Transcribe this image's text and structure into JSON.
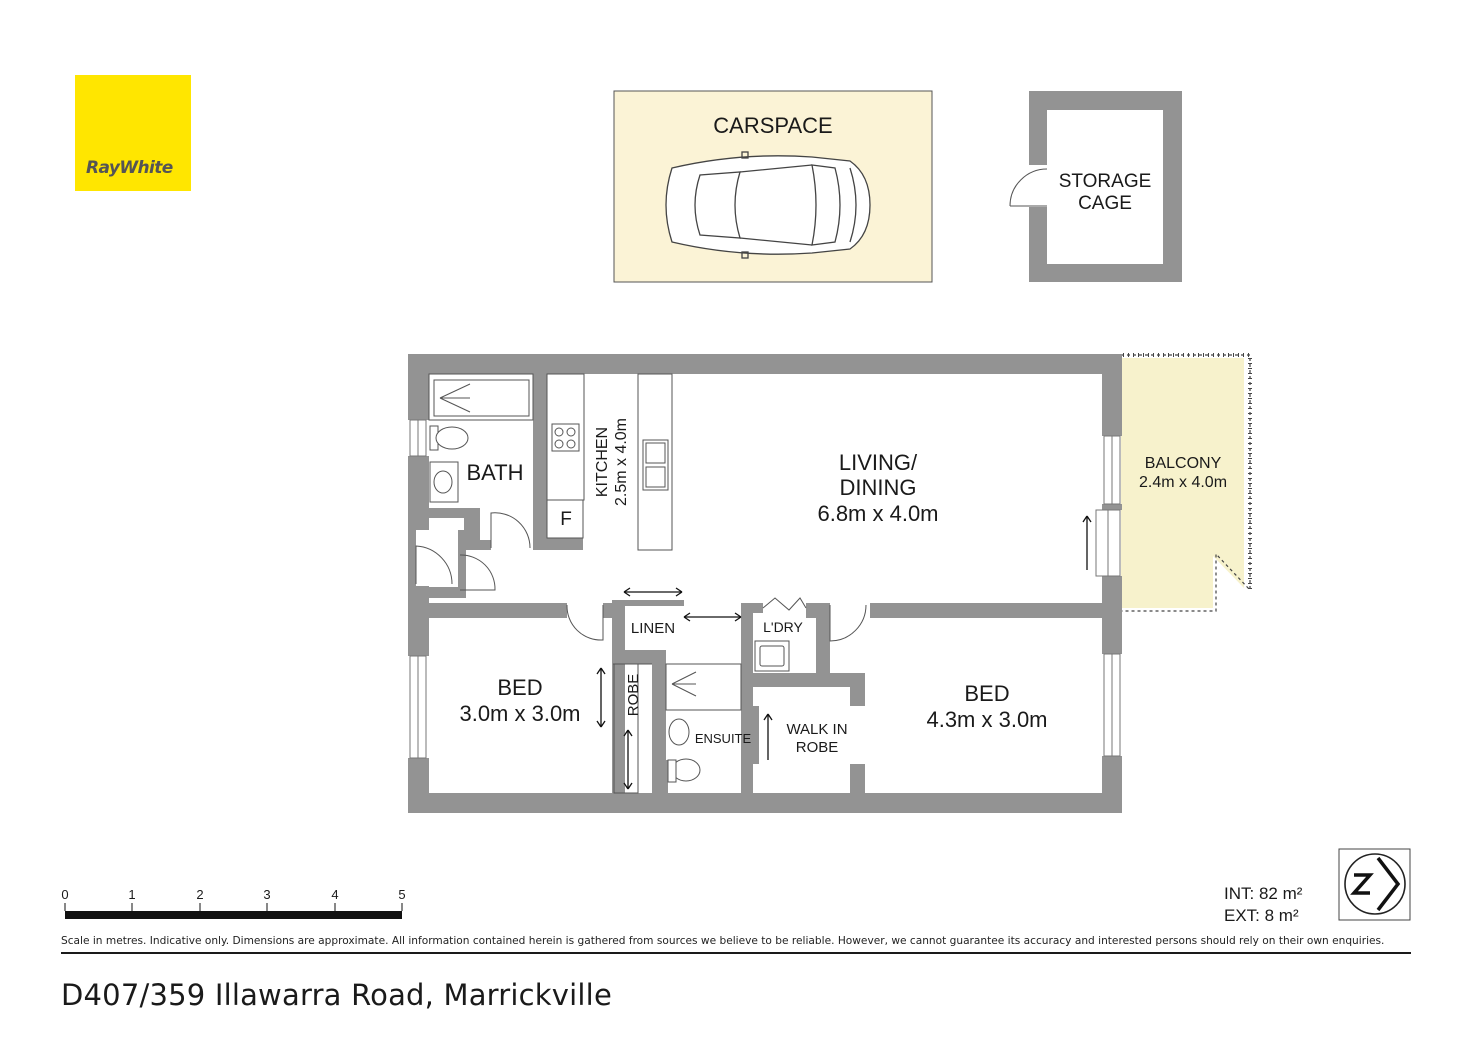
{
  "brand": {
    "logo_text": "RayWhite",
    "logo_color": "#ffe600"
  },
  "rooms": {
    "carspace": "CARSPACE",
    "storage_line1": "STORAGE",
    "storage_line2": "CAGE",
    "bath": "BATH",
    "kitchen_name": "KITCHEN",
    "kitchen_size": "2.5m x 4.0m",
    "fridge": "F",
    "living_line1": "LIVING/",
    "living_line2": "DINING",
    "living_size": "6.8m x 4.0m",
    "balcony_name": "BALCONY",
    "balcony_size": "2.4m x 4.0m",
    "linen": "LINEN",
    "laundry": "L'DRY",
    "bed1_name": "BED",
    "bed1_size": "3.0m x 3.0m",
    "robe": "ROBE",
    "ensuite": "ENSUITE",
    "walkin_line1": "WALK IN",
    "walkin_line2": "ROBE",
    "bed2_name": "BED",
    "bed2_size": "4.3m x 3.0m"
  },
  "scale": {
    "ticks": [
      "0",
      "1",
      "2",
      "3",
      "4",
      "5"
    ]
  },
  "areas": {
    "internal": "INT: 82 m²",
    "external": "EXT: 8 m²"
  },
  "disclaimer": "Scale in metres. Indicative only. Dimensions are approximate. All information contained herein is gathered from sources we believe to be reliable. However, we cannot guarantee its accuracy and interested persons should rely on their own enquiries.",
  "address": "D407/359 Illawarra Road, Marrickville",
  "colors": {
    "wall": "#939393",
    "carspace_fill": "#fbf3d6",
    "balcony_fill": "#f7f2cc",
    "fixture": "#555555"
  }
}
